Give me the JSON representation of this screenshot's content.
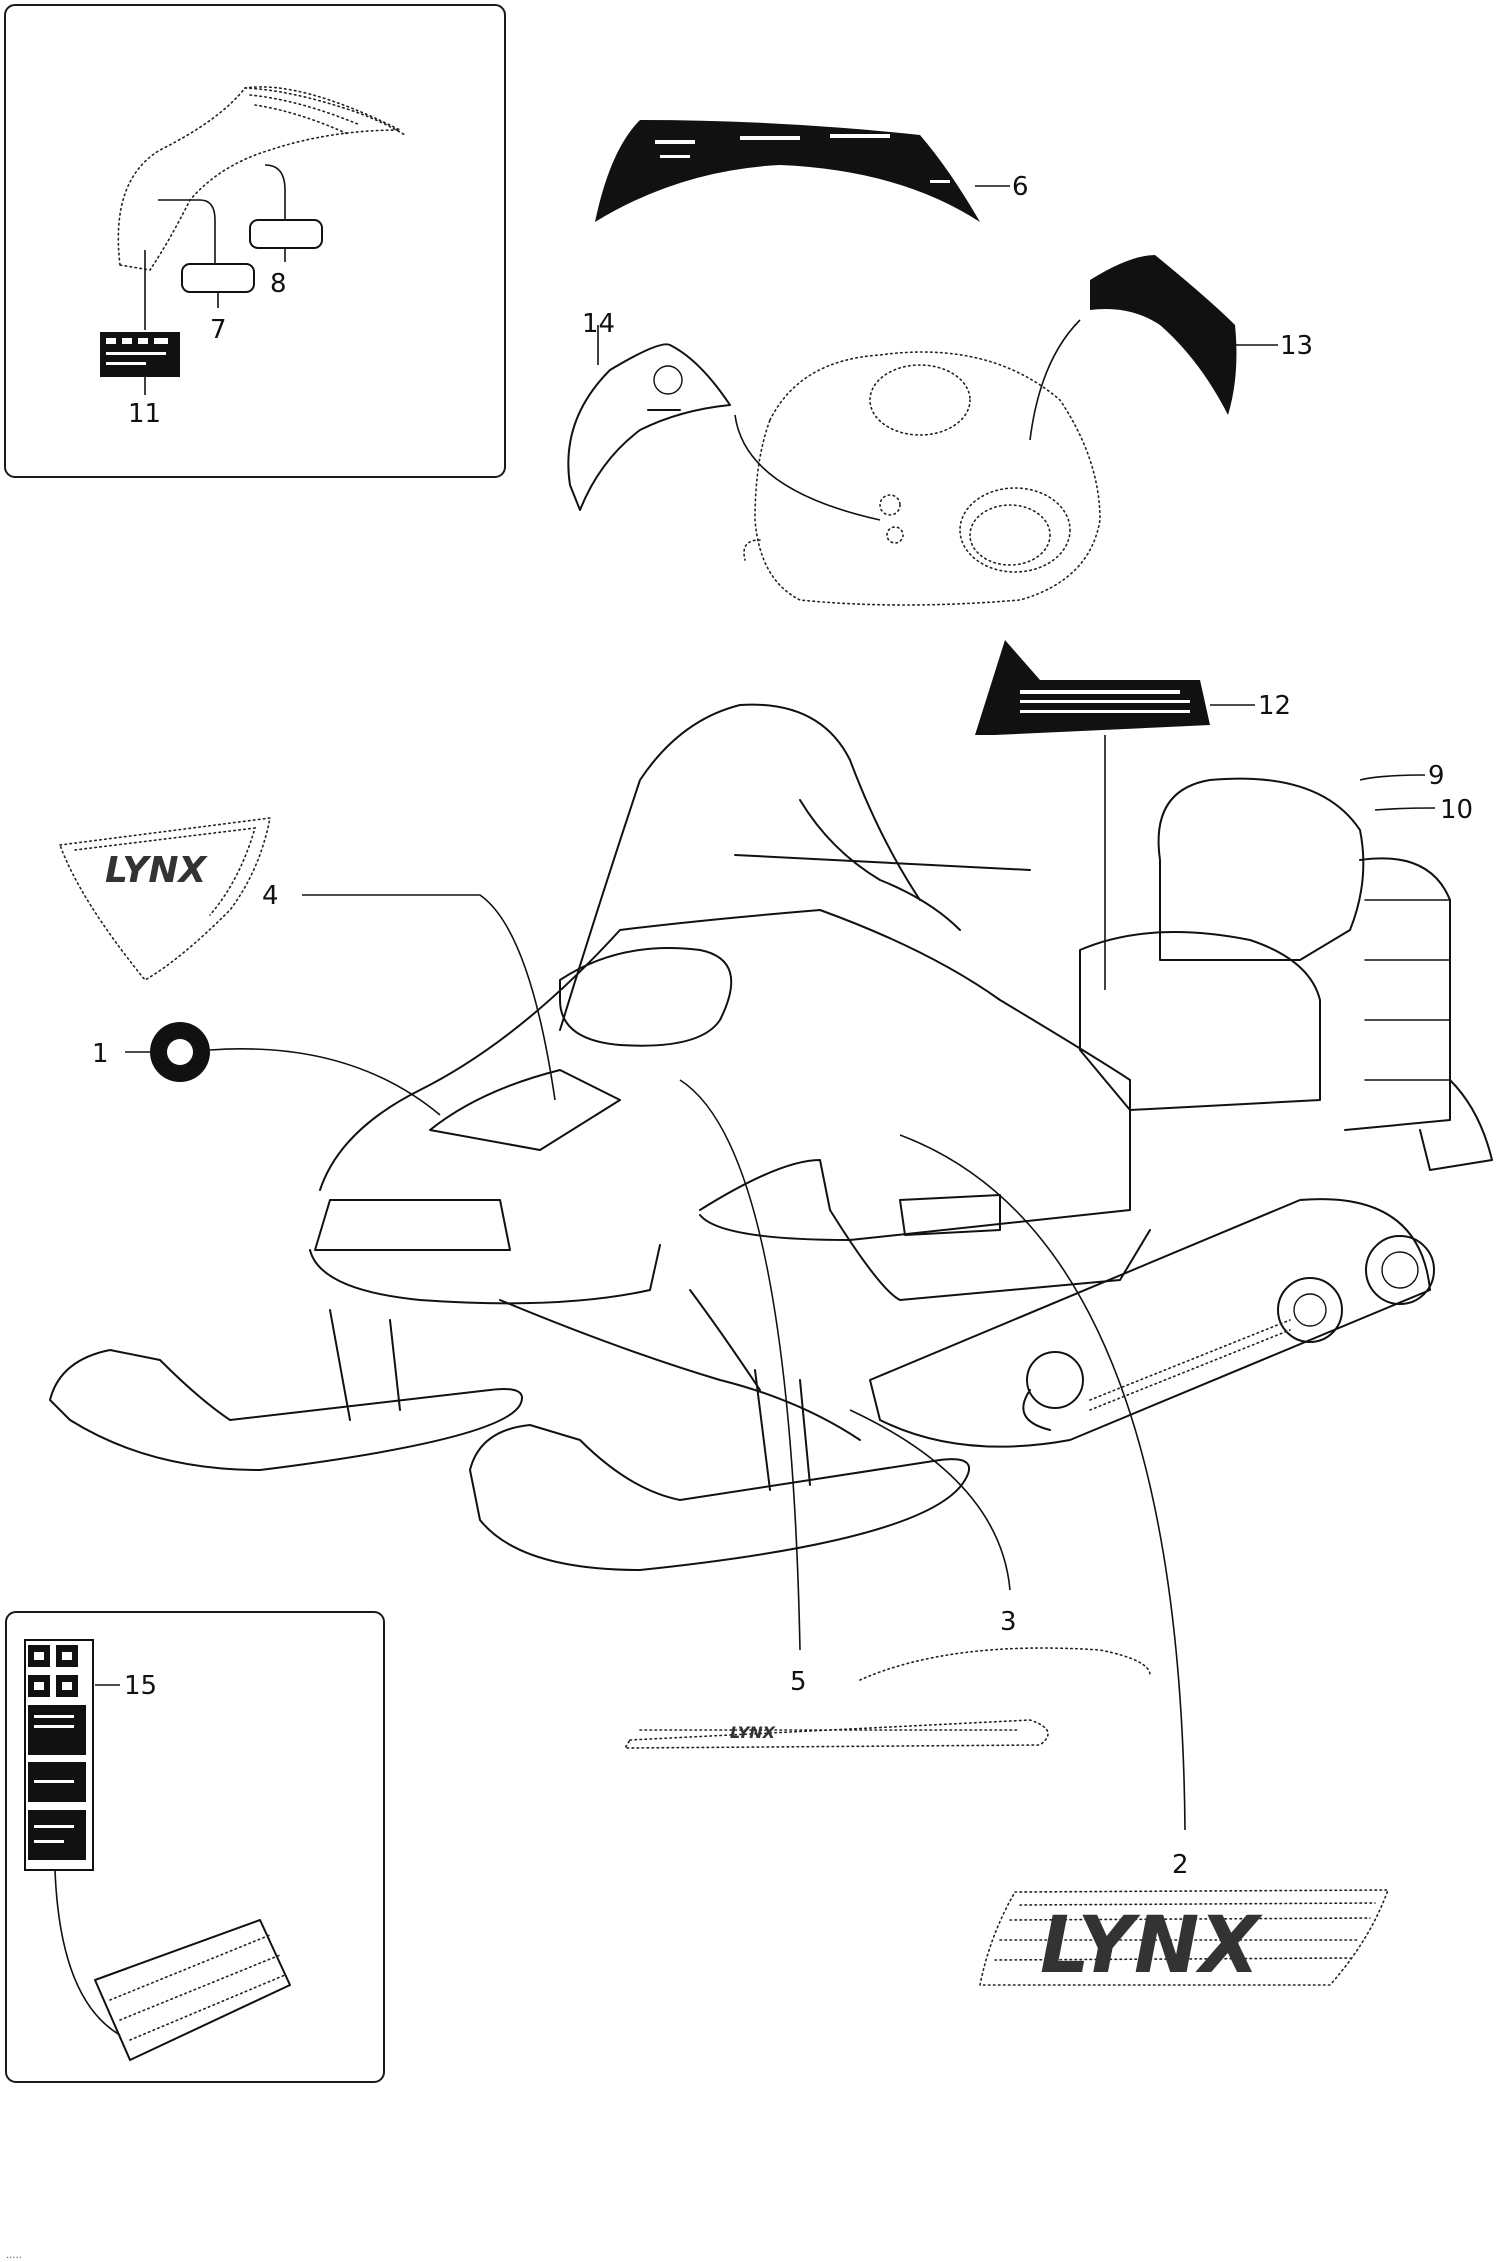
{
  "diagram": {
    "callouts": [
      "1",
      "2",
      "3",
      "4",
      "5",
      "6",
      "7",
      "8",
      "9",
      "10",
      "11",
      "12",
      "13",
      "14",
      "15"
    ],
    "decal_texts": {
      "logo_large": "LYNX",
      "logo_hood": "LYNX",
      "side_strip": "LYNX"
    },
    "corner_mark": "....."
  },
  "colors": {
    "line": "#111111",
    "background": "#ffffff"
  }
}
